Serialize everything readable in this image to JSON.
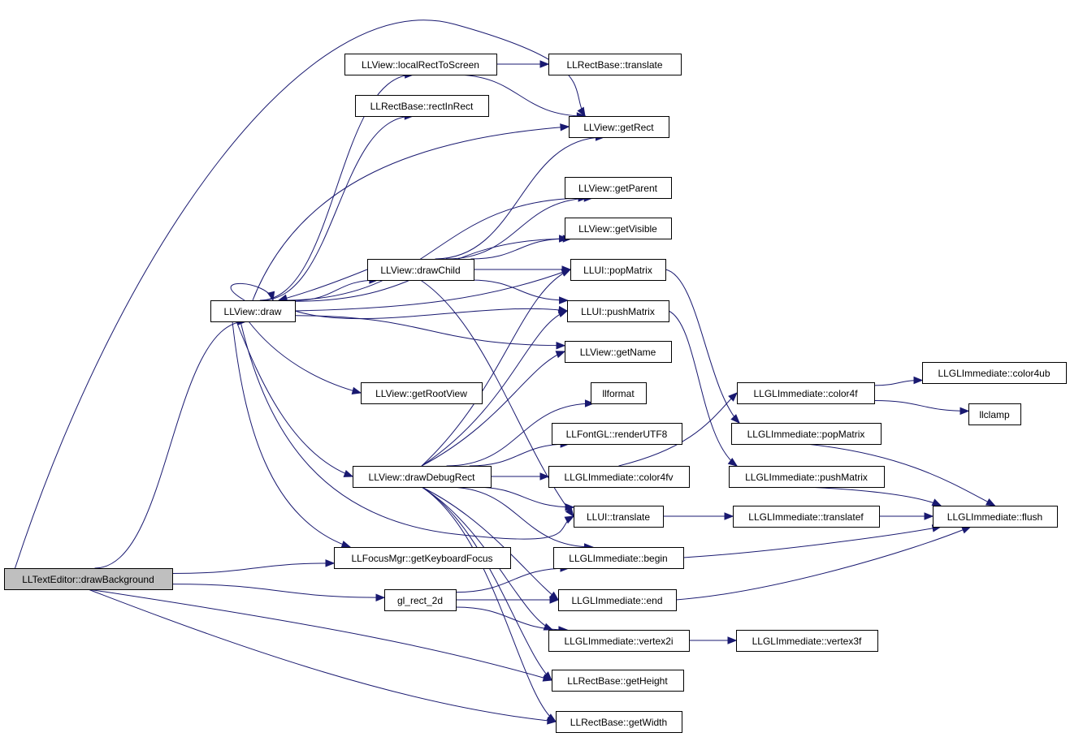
{
  "graph": {
    "edge_color": "#191970",
    "root_fill": "#bfbfbf",
    "nodes": [
      {
        "id": "root",
        "label": "LLTextEditor::drawBackground",
        "root": true
      },
      {
        "id": "draw",
        "label": "LLView::draw"
      },
      {
        "id": "localRectToScreen",
        "label": "LLView::localRectToScreen"
      },
      {
        "id": "translate_rect",
        "label": "LLRectBase::translate"
      },
      {
        "id": "rectInRect",
        "label": "LLRectBase::rectInRect"
      },
      {
        "id": "getRect",
        "label": "LLView::getRect"
      },
      {
        "id": "getParent",
        "label": "LLView::getParent"
      },
      {
        "id": "getVisible",
        "label": "LLView::getVisible"
      },
      {
        "id": "drawChild",
        "label": "LLView::drawChild"
      },
      {
        "id": "popMatrix",
        "label": "LLUI::popMatrix"
      },
      {
        "id": "pushMatrix",
        "label": "LLUI::pushMatrix"
      },
      {
        "id": "getName",
        "label": "LLView::getName"
      },
      {
        "id": "getRootView",
        "label": "LLView::getRootView"
      },
      {
        "id": "llformat",
        "label": "llformat"
      },
      {
        "id": "renderUTF8",
        "label": "LLFontGL::renderUTF8"
      },
      {
        "id": "drawDebugRect",
        "label": "LLView::drawDebugRect"
      },
      {
        "id": "color4fv",
        "label": "LLGLImmediate::color4fv"
      },
      {
        "id": "uiTranslate",
        "label": "LLUI::translate"
      },
      {
        "id": "getKeyboardFocus",
        "label": "LLFocusMgr::getKeyboardFocus"
      },
      {
        "id": "begin",
        "label": "LLGLImmediate::begin"
      },
      {
        "id": "gl_rect_2d",
        "label": "gl_rect_2d"
      },
      {
        "id": "end",
        "label": "LLGLImmediate::end"
      },
      {
        "id": "vertex2i",
        "label": "LLGLImmediate::vertex2i"
      },
      {
        "id": "getHeight",
        "label": "LLRectBase::getHeight"
      },
      {
        "id": "getWidth",
        "label": "LLRectBase::getWidth"
      },
      {
        "id": "color4f",
        "label": "LLGLImmediate::color4f"
      },
      {
        "id": "color4ub",
        "label": "LLGLImmediate::color4ub"
      },
      {
        "id": "llclamp",
        "label": "llclamp"
      },
      {
        "id": "glPopMatrix",
        "label": "LLGLImmediate::popMatrix"
      },
      {
        "id": "glPushMatrix",
        "label": "LLGLImmediate::pushMatrix"
      },
      {
        "id": "translatef",
        "label": "LLGLImmediate::translatef"
      },
      {
        "id": "flush",
        "label": "LLGLImmediate::flush"
      },
      {
        "id": "vertex3f",
        "label": "LLGLImmediate::vertex3f"
      }
    ],
    "edges": [
      [
        "root",
        "draw"
      ],
      [
        "root",
        "getKeyboardFocus"
      ],
      [
        "root",
        "gl_rect_2d"
      ],
      [
        "root",
        "getHeight"
      ],
      [
        "root",
        "getWidth"
      ],
      [
        "root",
        "getRect"
      ],
      [
        "draw",
        "draw"
      ],
      [
        "draw",
        "localRectToScreen"
      ],
      [
        "draw",
        "rectInRect"
      ],
      [
        "draw",
        "getRect"
      ],
      [
        "draw",
        "getParent"
      ],
      [
        "draw",
        "getVisible"
      ],
      [
        "draw",
        "drawChild"
      ],
      [
        "draw",
        "popMatrix"
      ],
      [
        "draw",
        "pushMatrix"
      ],
      [
        "draw",
        "getName"
      ],
      [
        "draw",
        "getRootView"
      ],
      [
        "draw",
        "drawDebugRect"
      ],
      [
        "draw",
        "uiTranslate"
      ],
      [
        "draw",
        "getKeyboardFocus"
      ],
      [
        "localRectToScreen",
        "translate_rect"
      ],
      [
        "localRectToScreen",
        "getRect"
      ],
      [
        "drawChild",
        "draw"
      ],
      [
        "drawChild",
        "getRect"
      ],
      [
        "drawChild",
        "getParent"
      ],
      [
        "drawChild",
        "getVisible"
      ],
      [
        "drawChild",
        "popMatrix"
      ],
      [
        "drawChild",
        "pushMatrix"
      ],
      [
        "drawChild",
        "uiTranslate"
      ],
      [
        "drawDebugRect",
        "popMatrix"
      ],
      [
        "drawDebugRect",
        "pushMatrix"
      ],
      [
        "drawDebugRect",
        "getName"
      ],
      [
        "drawDebugRect",
        "llformat"
      ],
      [
        "drawDebugRect",
        "renderUTF8"
      ],
      [
        "drawDebugRect",
        "color4fv"
      ],
      [
        "drawDebugRect",
        "uiTranslate"
      ],
      [
        "drawDebugRect",
        "begin"
      ],
      [
        "drawDebugRect",
        "end"
      ],
      [
        "drawDebugRect",
        "vertex2i"
      ],
      [
        "drawDebugRect",
        "getHeight"
      ],
      [
        "drawDebugRect",
        "getWidth"
      ],
      [
        "popMatrix",
        "glPopMatrix"
      ],
      [
        "pushMatrix",
        "glPushMatrix"
      ],
      [
        "color4fv",
        "color4f"
      ],
      [
        "color4f",
        "color4ub"
      ],
      [
        "color4f",
        "llclamp"
      ],
      [
        "glPopMatrix",
        "flush"
      ],
      [
        "glPushMatrix",
        "flush"
      ],
      [
        "uiTranslate",
        "translatef"
      ],
      [
        "translatef",
        "flush"
      ],
      [
        "begin",
        "flush"
      ],
      [
        "end",
        "flush"
      ],
      [
        "gl_rect_2d",
        "begin"
      ],
      [
        "gl_rect_2d",
        "end"
      ],
      [
        "gl_rect_2d",
        "vertex2i"
      ],
      [
        "vertex2i",
        "vertex3f"
      ]
    ]
  }
}
